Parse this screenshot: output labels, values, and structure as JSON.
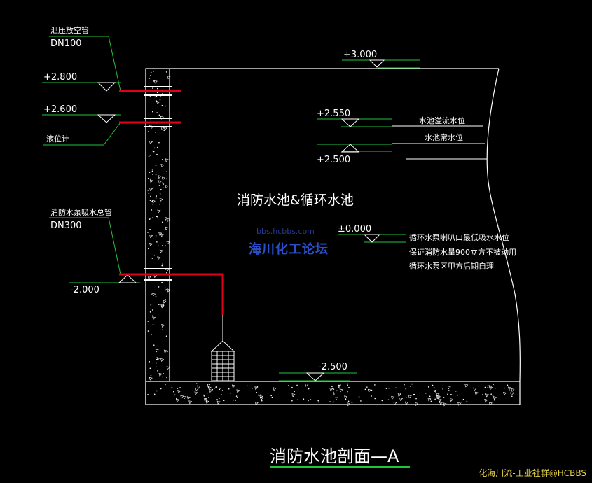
{
  "drawing": {
    "title": "消防水池剖面—A",
    "pool_label": "消防水池&循环水池",
    "pipes": {
      "vent_pipe_name": "泄压放空管",
      "vent_pipe_size": "DN100",
      "level_meter": "液位计",
      "suction_pipe_name": "消防水泵吸水总管",
      "suction_pipe_size": "DN300"
    },
    "elevations": {
      "top": "+3.000",
      "vent": "+2.800",
      "meter": "+2.600",
      "overflow": "+2.550",
      "normal": "+2.500",
      "zero": "±0.000",
      "suction": "-2.000",
      "bottom": "-2.500"
    },
    "notes": {
      "overflow_level": "水池溢流水位",
      "normal_level": "水池常水位",
      "min_level": "循环水泵喇叭口最低吸水水位",
      "guarantee_line1": "保证消防水量900立方不被动用",
      "guarantee_line2": "循环水泵区甲方后期自理"
    }
  },
  "watermark": {
    "site_url": "bbs.hcbbs.com",
    "forum_name": "海川化工论坛",
    "credit": "化海川流-工业社群@HCBBS"
  },
  "colors": {
    "pipe": "#e0001e",
    "leader": "#22c33c",
    "line": "#ffffff",
    "watermark": "#2b4fc8",
    "credit": "#e8d24a"
  }
}
